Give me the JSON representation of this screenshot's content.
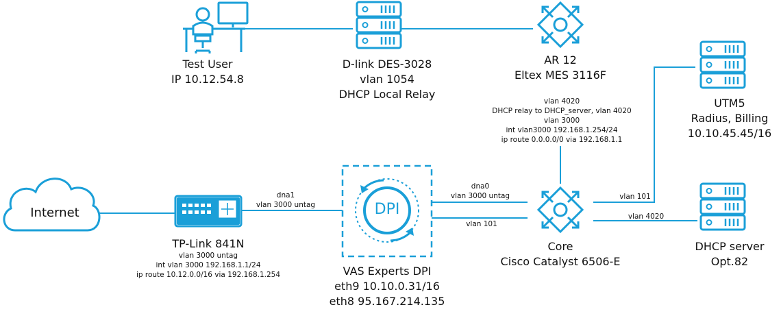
{
  "nodes": {
    "test_user": {
      "lines": [
        "Test User",
        "IP 10.12.54.8"
      ]
    },
    "dlink": {
      "lines": [
        "D-link DES-3028",
        "vlan 1054",
        "DHCP Local Relay"
      ]
    },
    "ar12": {
      "lines": [
        "AR 12",
        "Eltex MES 3116F"
      ]
    },
    "utm5": {
      "lines": [
        "UTM5",
        "Radius, Billing",
        "10.10.45.45/16"
      ]
    },
    "internet": {
      "label": "Internet"
    },
    "tplink": {
      "lines": [
        "TP-Link 841N"
      ],
      "notes": [
        "vlan 3000 untag",
        "int vlan 3000 192.168.1.1/24",
        "ip route 10.12.0.0/16 via 192.168.1.254"
      ]
    },
    "dpi": {
      "badge": "DPI",
      "lines": [
        "VAS Experts DPI",
        "eth9 10.10.0.31/16",
        "eth8 95.167.214.135"
      ]
    },
    "core": {
      "lines": [
        "Core",
        "Cisco Catalyst 6506-E"
      ]
    },
    "dhcp": {
      "lines": [
        "DHCP server",
        "Opt.82"
      ]
    }
  },
  "links": {
    "ar12_core": [
      "vlan 4020",
      "DHCP relay to DHCP_server, vlan 4020",
      "vlan 3000",
      "int vlan3000 192.168.1.254/24",
      "ip route 0.0.0.0/0 via 192.168.1.1"
    ],
    "tplink_dpi": [
      "dna1",
      "vlan 3000 untag"
    ],
    "dpi_core_top": [
      "dna0",
      "vlan 3000 untag"
    ],
    "dpi_core_bottom": "vlan 101",
    "core_utm5": "vlan 101",
    "core_dhcp": "vlan 4020"
  },
  "colors": {
    "accent": "#1a9fd8",
    "line": "#1a9fd8",
    "fill": "#ffffff"
  },
  "icons": {
    "test_user": "person-at-desk-icon",
    "dlink": "server-icon",
    "ar12": "switch-icon",
    "utm5": "server-icon",
    "internet": "cloud-icon",
    "tplink": "router-icon",
    "dpi": "dpi-icon",
    "core": "switch-icon",
    "dhcp": "server-icon"
  }
}
